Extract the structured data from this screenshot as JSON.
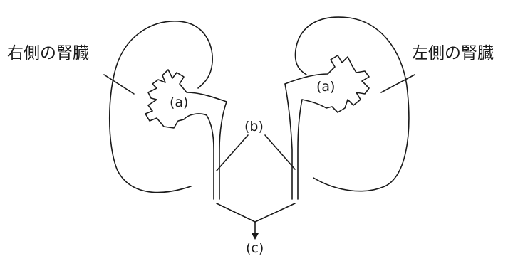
{
  "labels": {
    "right_kidney": "右側の腎臓",
    "left_kidney": "左側の腎臓",
    "part_a_right": "(a)",
    "part_a_left": "(a)",
    "part_b": "(b)",
    "part_c": "(c)"
  }
}
